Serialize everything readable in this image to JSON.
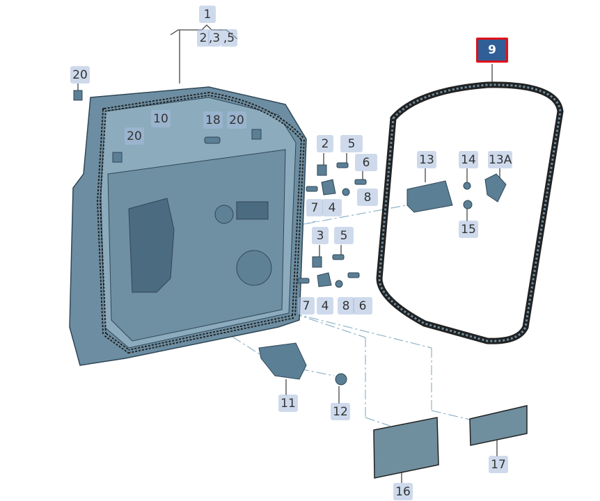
{
  "diagram": {
    "selected_part": "9",
    "colors": {
      "part_fill": "#5b7f95",
      "part_light": "#a9c2cf",
      "label_bg": "#a6bcdc",
      "selected_bg": "#2f5f96",
      "selected_border": "#e0101a"
    },
    "labels": [
      {
        "id": "l1",
        "text": "1"
      },
      {
        "id": "l2a",
        "text": "2"
      },
      {
        "id": "l3a",
        "text": ",3"
      },
      {
        "id": "l5a",
        "text": ",5"
      },
      {
        "id": "l20a",
        "text": "20"
      },
      {
        "id": "l10",
        "text": "10"
      },
      {
        "id": "l18",
        "text": "18"
      },
      {
        "id": "l20b",
        "text": "20"
      },
      {
        "id": "l20c",
        "text": "20"
      },
      {
        "id": "l9",
        "text": "9"
      },
      {
        "id": "l2",
        "text": "2"
      },
      {
        "id": "l5",
        "text": "5"
      },
      {
        "id": "l6",
        "text": "6"
      },
      {
        "id": "l7",
        "text": "7"
      },
      {
        "id": "l4",
        "text": "4"
      },
      {
        "id": "l8",
        "text": "8"
      },
      {
        "id": "l13",
        "text": "13"
      },
      {
        "id": "l14",
        "text": "14"
      },
      {
        "id": "l13A",
        "text": "13A"
      },
      {
        "id": "l15",
        "text": "15"
      },
      {
        "id": "l3",
        "text": "3"
      },
      {
        "id": "l5b",
        "text": "5"
      },
      {
        "id": "l7b",
        "text": "7"
      },
      {
        "id": "l4b",
        "text": "4"
      },
      {
        "id": "l8b",
        "text": "8"
      },
      {
        "id": "l6b",
        "text": "6"
      },
      {
        "id": "l11",
        "text": "11"
      },
      {
        "id": "l12",
        "text": "12"
      },
      {
        "id": "l16",
        "text": "16"
      },
      {
        "id": "l17",
        "text": "17"
      }
    ]
  }
}
